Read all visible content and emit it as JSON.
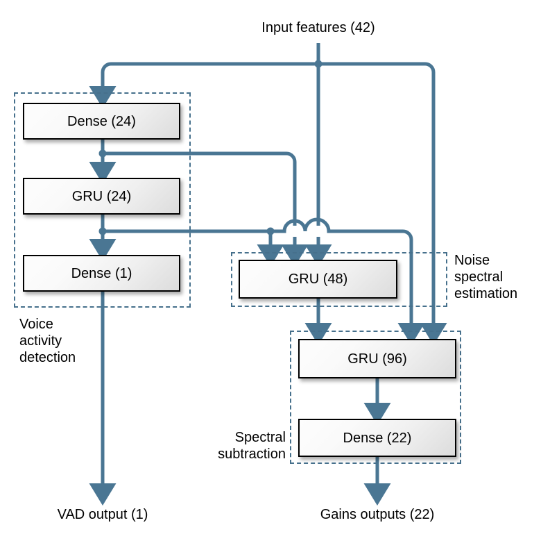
{
  "diagram": {
    "title_top": "Input features (42)",
    "outputs": {
      "vad": "VAD output (1)",
      "gains": "Gains outputs (22)"
    },
    "groups": [
      {
        "id": "vad",
        "label": "Voice\nactivity\ndetection",
        "label_lines": [
          "Voice",
          "activity",
          "detection"
        ]
      },
      {
        "id": "noise",
        "label": "Noise\nspectral\nestimation",
        "label_lines": [
          "Noise",
          "spectral",
          "estimation"
        ]
      },
      {
        "id": "spectral",
        "label": "Spectral\nsubtraction",
        "label_lines": [
          "Spectral",
          "subtraction"
        ]
      }
    ],
    "layers": [
      {
        "id": "dense24",
        "label": "Dense (24)",
        "type": "dense",
        "units": 24,
        "group": "vad"
      },
      {
        "id": "gru24",
        "label": "GRU (24)",
        "type": "gru",
        "units": 24,
        "group": "vad"
      },
      {
        "id": "dense1",
        "label": "Dense (1)",
        "type": "dense",
        "units": 1,
        "group": "vad"
      },
      {
        "id": "gru48",
        "label": "GRU (48)",
        "type": "gru",
        "units": 48,
        "group": "noise"
      },
      {
        "id": "gru96",
        "label": "GRU (96)",
        "type": "gru",
        "units": 96,
        "group": "spectral"
      },
      {
        "id": "dense22",
        "label": "Dense (22)",
        "type": "dense",
        "units": 22,
        "group": "spectral"
      }
    ],
    "connections": [
      {
        "from": "input",
        "to": "dense24"
      },
      {
        "from": "input",
        "to": "gru48"
      },
      {
        "from": "input",
        "to": "gru96"
      },
      {
        "from": "dense24",
        "to": "gru24"
      },
      {
        "from": "dense24",
        "to": "gru48"
      },
      {
        "from": "gru24",
        "to": "dense1"
      },
      {
        "from": "gru24",
        "to": "gru48"
      },
      {
        "from": "gru24",
        "to": "gru96"
      },
      {
        "from": "gru48",
        "to": "gru96"
      },
      {
        "from": "dense1",
        "to": "vad_output"
      },
      {
        "from": "gru96",
        "to": "dense22"
      },
      {
        "from": "dense22",
        "to": "gains_output"
      }
    ],
    "colors": {
      "wire": "#4a7693",
      "group_border": "#46708c",
      "box_border": "#000000",
      "background": "#ffffff"
    }
  }
}
